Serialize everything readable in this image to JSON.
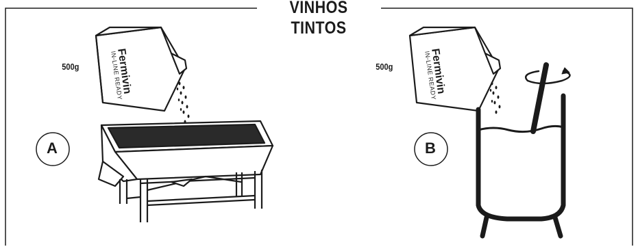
{
  "title": "VINHOS TINTOS",
  "panel_a": {
    "label": "A",
    "package": {
      "brand": "Fermivin",
      "subtitle": "IN-LINE READY",
      "weight": "500g"
    }
  },
  "panel_b": {
    "label": "B",
    "package": {
      "brand": "Fermivin",
      "subtitle": "IN-LINE READY",
      "weight": "500g"
    }
  },
  "colors": {
    "line": "#1b1b1b",
    "background": "#ffffff",
    "must": "#2a2a2a"
  }
}
